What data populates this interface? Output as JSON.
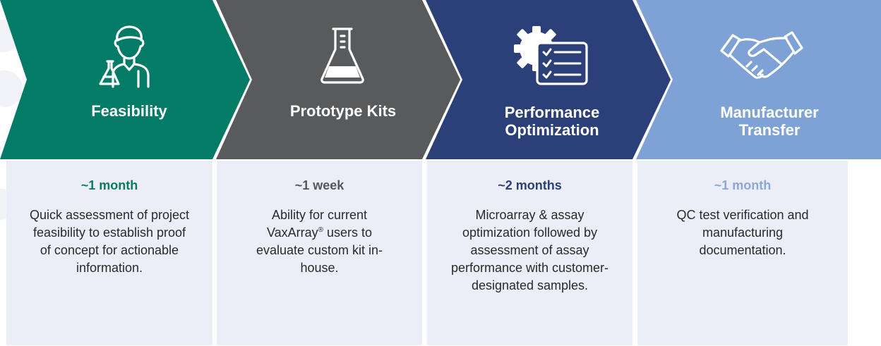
{
  "stages": [
    {
      "title": "Feasibility",
      "duration": "~1 month",
      "description": "Quick assessment of project feasibility to establish proof of concept for actionable information.",
      "icon": "scientist-icon",
      "color": "#047b66",
      "duration_color": "#0b7a5f"
    },
    {
      "title": "Prototype Kits",
      "duration": "~1 week",
      "description_pre": "Ability for current VaxArray",
      "description_reg": "®",
      "description_post": " users to evaluate custom kit in-house.",
      "icon": "flask-icon",
      "color": "#585a5b",
      "duration_color": "#555759"
    },
    {
      "title": "Performance\nOptimization",
      "duration": "~2 months",
      "description": "Microarray & assay optimization followed by assessment of assay performance with customer-designated samples.",
      "icon": "gear-checklist-icon",
      "color": "#2b3f78",
      "duration_color": "#2b3f78"
    },
    {
      "title": "Manufacturer\nTransfer",
      "duration": "~1 month",
      "description": "QC test verification and manufacturing documentation.",
      "icon": "handshake-icon",
      "color": "#7fa2d6",
      "duration_color": "#8aa7d6"
    }
  ]
}
